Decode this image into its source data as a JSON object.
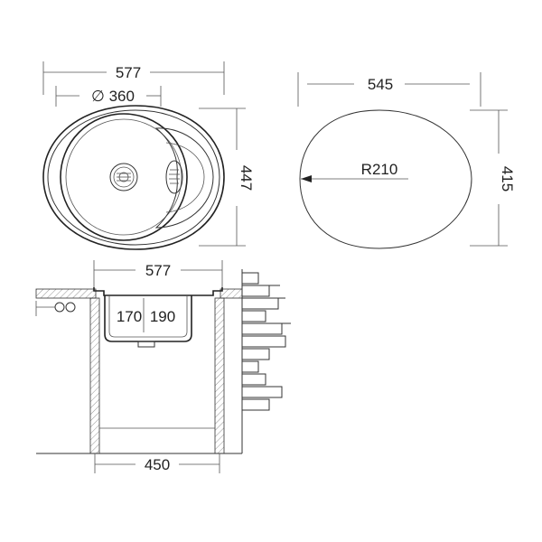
{
  "top_view": {
    "width_label": "577",
    "bowl_diameter_label": "∅ 360",
    "depth_label": "447"
  },
  "cutout_view": {
    "width_label": "545",
    "radius_label": "R210",
    "depth_label": "415"
  },
  "section_view": {
    "width_label": "577",
    "bowl_depth_label": "170",
    "drainer_depth_label": "190",
    "cabinet_width_label": "450"
  }
}
